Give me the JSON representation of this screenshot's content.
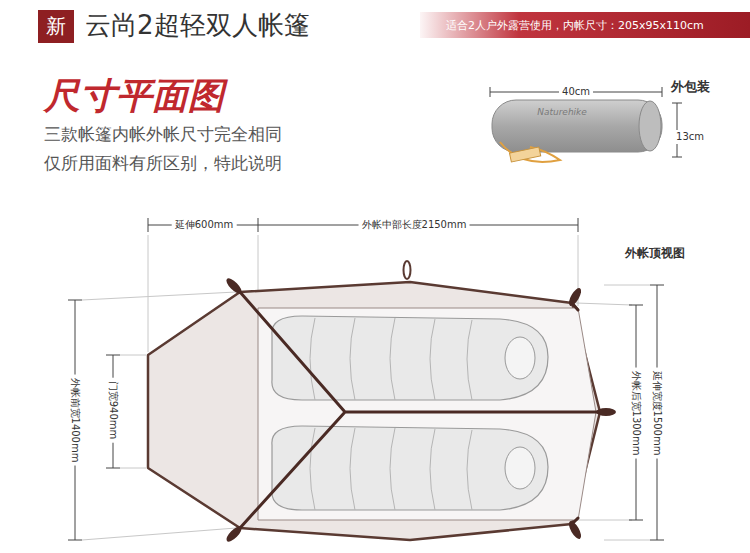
{
  "diagram": {
    "title": "云尚2超轻双人帐篷",
    "nodes": [
      {
        "text": [
          "新"
        ]
      },
      {
        "text": [
          "适合2人户外露营使用，内帐尺寸：205x95x110cm"
        ]
      }
    ],
    "labels": [
      "尺寸平面图",
      "三款帐篷内帐外帐尺寸完全相同",
      "仅所用面料有所区别，特此说明",
      "外包装",
      "40cm",
      "13cm",
      "Naturehike",
      "延伸600mm",
      "外帐中部长度2150mm",
      "外帐顶视图",
      "门宽940mm",
      "外帐前宽1400mm",
      "延伸宽度1500mm",
      "外帐后宽1300mm"
    ]
  }
}
